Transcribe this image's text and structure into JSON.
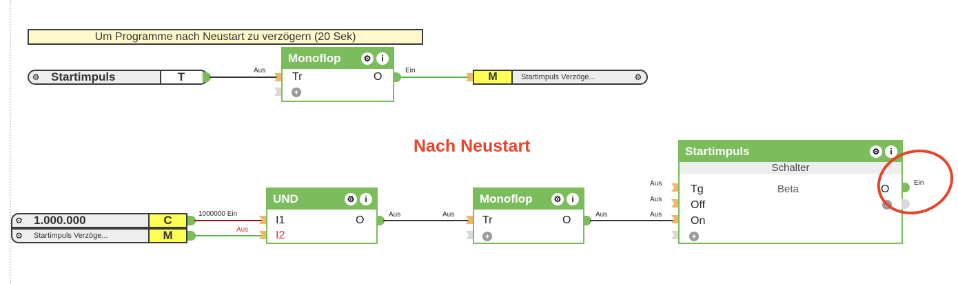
{
  "note": "Um Programme nach Neustart zu verzögern (20 Sek)",
  "heading": "Nach Neustart",
  "icons": {
    "gear": "gear-icon",
    "info": "info-icon",
    "add": "add-icon"
  },
  "top": {
    "input_connector": {
      "label": "Startimpuls",
      "port": "T"
    },
    "wire_in_label": "Aus",
    "monoflop": {
      "title": "Monoflop",
      "input": "Tr",
      "output": "O"
    },
    "wire_out_label": "Ein",
    "output_connector": {
      "port": "M",
      "label": "Startimpuls  Verzöge..."
    }
  },
  "bottom": {
    "const_connector": {
      "label": "1.000.000",
      "port": "C"
    },
    "mem_connector": {
      "label": "Startimpuls  Verzöge...",
      "port": "M"
    },
    "wire_c_label": "1000000 Ein",
    "wire_m_label": "Aus",
    "und": {
      "title": "UND",
      "inputs": [
        "I1",
        "I2"
      ],
      "output": "O"
    },
    "wire_und_out": "Aus",
    "wire_mono_in": "Aus",
    "monoflop": {
      "title": "Monoflop",
      "input": "Tr",
      "output": "O"
    },
    "wire_mono_out": "Aus",
    "switch": {
      "title": "Startimpuls",
      "subtitle": "Schalter",
      "status": "Beta",
      "inputs": [
        "Tg",
        "Off",
        "On"
      ],
      "input_labels": [
        "Aus",
        "Aus",
        "Aus"
      ],
      "output": "O",
      "output_label": "Ein"
    }
  },
  "info_glyph": "i",
  "gear_glyph": "⚙",
  "plus_glyph": "+"
}
